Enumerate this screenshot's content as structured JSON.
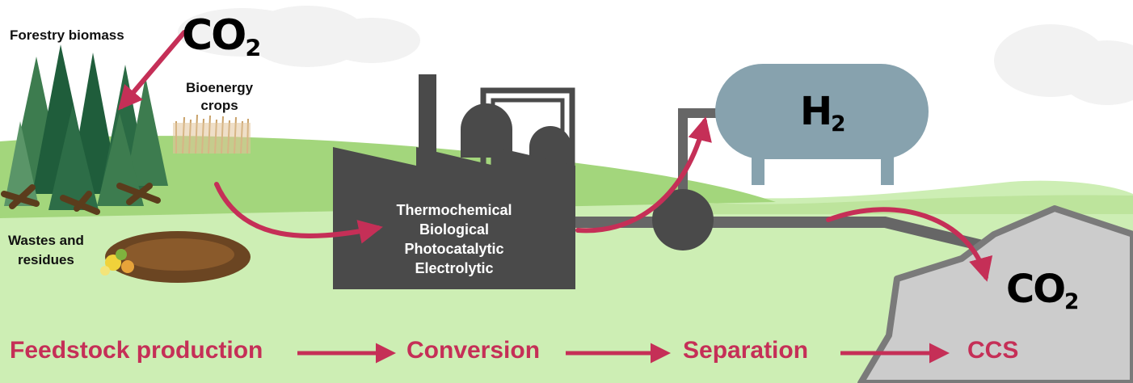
{
  "labels": {
    "forestry": "Forestry biomass",
    "bioenergy_line1": "Bioenergy",
    "bioenergy_line2": "crops",
    "wastes_line1": "Wastes and",
    "wastes_line2": "residues",
    "co2_main": "CO",
    "co2_sub": "2",
    "h2_main": "H",
    "h2_sub": "2"
  },
  "processes": [
    "Thermochemical",
    "Biological",
    "Photocatalytic",
    "Electrolytic"
  ],
  "stages": [
    "Feedstock production",
    "Conversion",
    "Separation",
    "CCS"
  ],
  "colors": {
    "accent": "#c52f57",
    "grass": "#cdeeb4",
    "hill": "#a3d67c",
    "factory": "#4a4a4a",
    "tank": "#87a2ae",
    "rock": "#cccccc",
    "rock_edge": "#7a7a7a",
    "forest": "#1f5d3b"
  }
}
